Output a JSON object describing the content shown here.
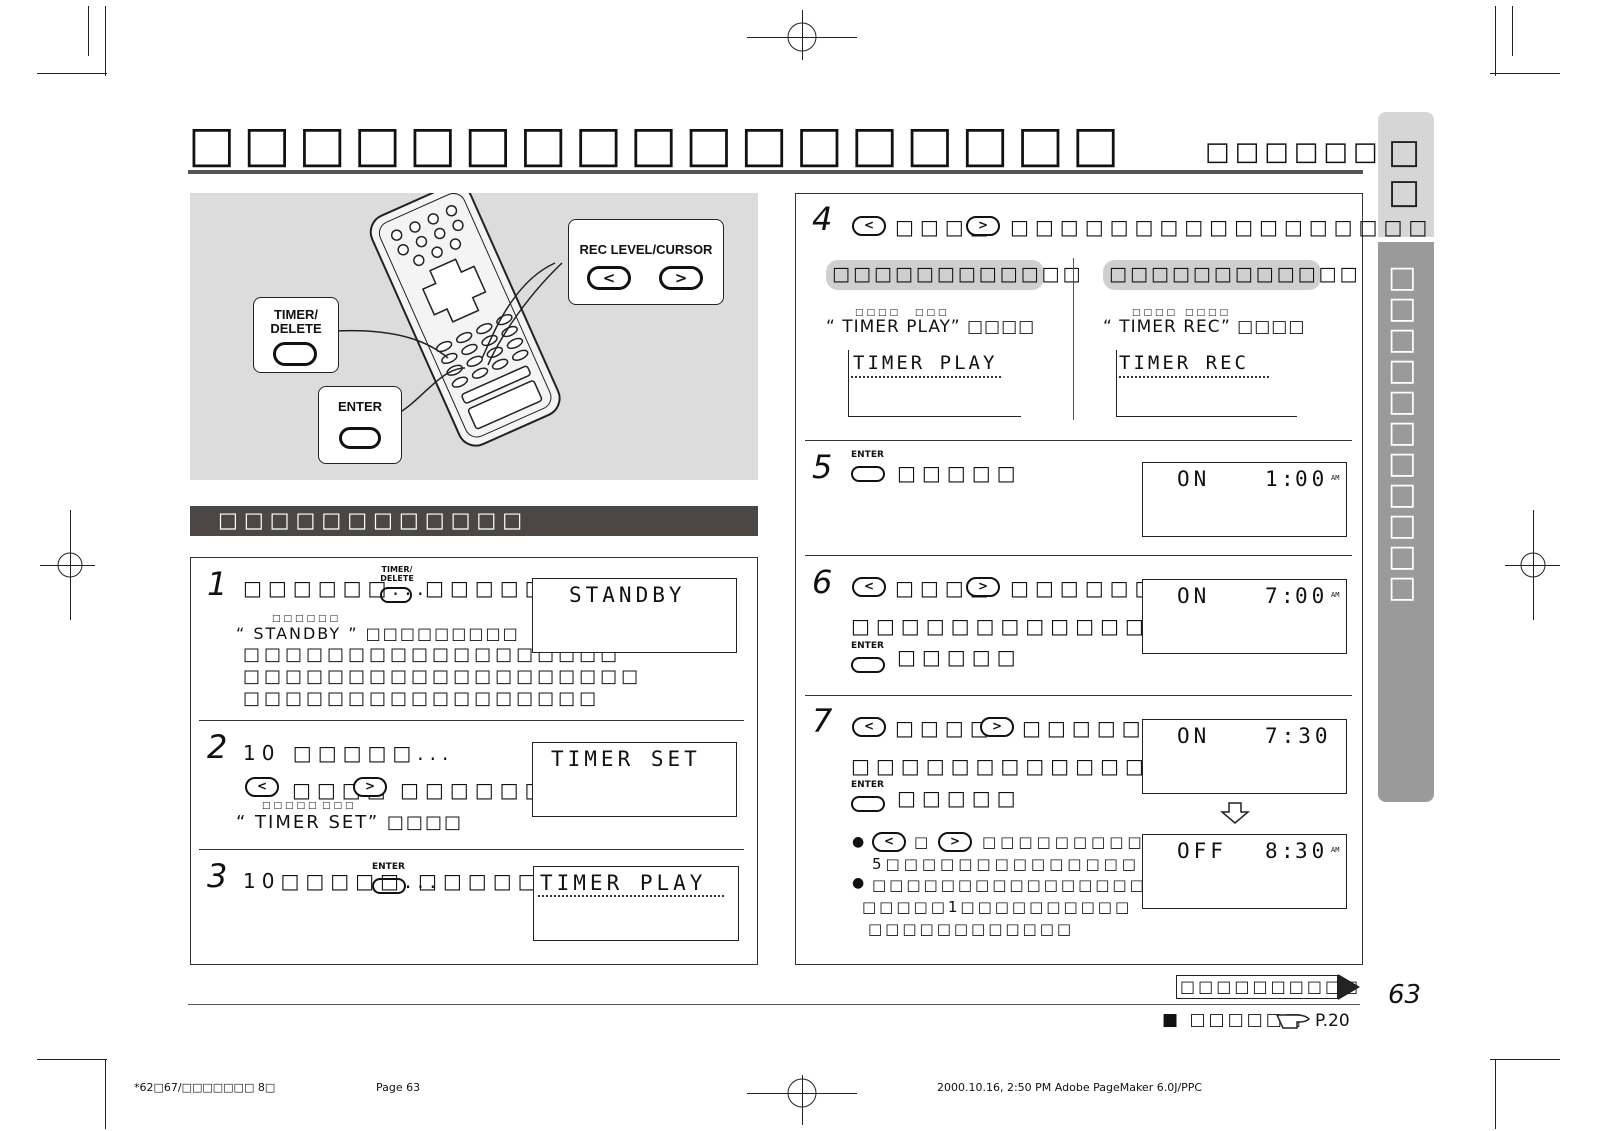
{
  "header": {
    "title": "□□□□□□□□□□□□□□□□□",
    "subtitle": "□□□□□□□",
    "side_tab_top": "□□",
    "side_tab_bottom": "□□□□□□□□□□□"
  },
  "remote_panel": {
    "timer_delete_label": "TIMER/\nDELETE",
    "enter_label": "ENTER",
    "rec_level_label": "REC LEVEL/CURSOR",
    "cursor_left": "<",
    "cursor_right": ">"
  },
  "section_bar": "□□□□□□□□□□□□",
  "steps": {
    "s1": {
      "num": "1",
      "line1_a": "□□□□□□...",
      "line1_b": "□□□□□",
      "btn_label": "TIMER/\nDELETE",
      "ruby": "□□□□□□",
      "line2": "“ STANDBY ” □□□□□□□□□",
      "line3": "□□□□□□□□□□□□□□□□□□",
      "line4": "□□□□□□□□□□□□□□□□□□□",
      "line5": "□□□□□□□□□□□□□□□□□",
      "lcd": "STANDBY"
    },
    "s2": {
      "num": "2",
      "line1": "10 □□□□□...",
      "line2_mid": "□□□□",
      "line2_end": "□□□□□□",
      "ruby_a": "□□□□□",
      "ruby_b": "□□□",
      "line3": "“ TIMER SET” □□□□",
      "lcd": "TIMER SET"
    },
    "s3": {
      "num": "3",
      "line1_a": "10□□□□□...",
      "line1_b": "□□□□□",
      "btn_label": "ENTER",
      "lcd": "TIMER PLAY"
    },
    "s4": {
      "num": "4",
      "line1_mid": "□□□□",
      "line1_end": "□□□□□□□□□□□□□□□□□",
      "left_pill": "□□□□□□□□□□□□",
      "right_pill": "□□□□□□□□□□□□",
      "left_ruby_a": "□□□□",
      "left_ruby_b": "□□□",
      "right_ruby_a": "□□□□",
      "right_ruby_b": "□□□□",
      "left_caption": "“ TIMER PLAY” □□□□",
      "right_caption": "“ TIMER REC” □□□□",
      "left_lcd": "TIMER PLAY",
      "right_lcd": "TIMER REC"
    },
    "s5": {
      "num": "5",
      "btn_label": "ENTER",
      "text": "□□□□□",
      "lcd_on": "ON",
      "lcd_time_h": "1",
      "lcd_time_m": "00",
      "lcd_ampm": "AM"
    },
    "s6": {
      "num": "6",
      "line1_mid": "□□□□",
      "line1_end": "□□□□□□",
      "line2": "□□□□□□□□□□□□□□",
      "btn_label": "ENTER",
      "line3": "□□□□□",
      "lcd_on": "ON",
      "lcd_time_h": "7",
      "lcd_time_m": "00",
      "lcd_ampm": "AM"
    },
    "s7": {
      "num": "7",
      "line1_mid": "□□□□",
      "line1_end": "□□□□□□",
      "line2": "□□□□□□□□□□□□□",
      "btn_label": "ENTER",
      "line3": "□□□□□",
      "bullet1_a": "□",
      "bullet1_b": "□□□□□□□□□□",
      "bullet1_line2": "5□□□□□□□□□□□□□□",
      "bullet2_line1": "□□□□□□□□□□□□□□□□",
      "bullet2_line2": "□□□□□1□□□□□□□□□□",
      "bullet2_line3": "□□□□□□□□□□□□",
      "lcd1_on": "ON",
      "lcd1_time": "7:30",
      "lcd2_off": "OFF",
      "lcd2_time_h": "8",
      "lcd2_time_m": "30",
      "lcd2_ampm": "AM"
    }
  },
  "footer": {
    "continue_label": "□□□□□□□□□□",
    "page_number": "63",
    "ref_text": "■ □□□□□□",
    "ref_page": "P.20"
  },
  "slug": {
    "file": "*62□67/□□□□□□□ 8□",
    "page": "Page 63",
    "date": "2000.10.16, 2:50 PM Adobe PageMaker 6.0J/PPC"
  }
}
